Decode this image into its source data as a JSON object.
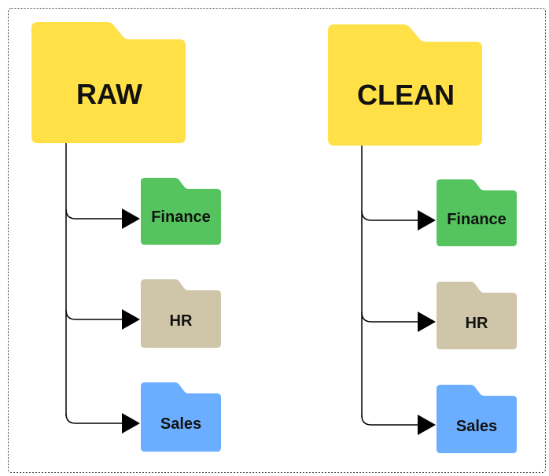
{
  "diagram": {
    "groups": [
      {
        "id": "raw",
        "label": "RAW",
        "color": "#FFE047",
        "children": [
          {
            "id": "finance",
            "label": "Finance",
            "color": "#55C45F"
          },
          {
            "id": "hr",
            "label": "HR",
            "color": "#CFC5A8"
          },
          {
            "id": "sales",
            "label": "Sales",
            "color": "#6BAEFF"
          }
        ]
      },
      {
        "id": "clean",
        "label": "CLEAN",
        "color": "#FFE047",
        "children": [
          {
            "id": "finance",
            "label": "Finance",
            "color": "#55C45F"
          },
          {
            "id": "hr",
            "label": "HR",
            "color": "#CFC5A8"
          },
          {
            "id": "sales",
            "label": "Sales",
            "color": "#6BAEFF"
          }
        ]
      }
    ]
  }
}
